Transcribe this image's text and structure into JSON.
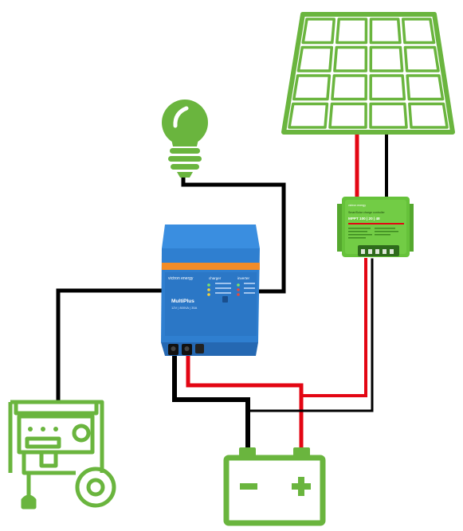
{
  "colors": {
    "icon_green": "#6ab53e",
    "wire_black": "#000000",
    "wire_red": "#e30613",
    "inverter_blue": "#2f7fd0",
    "inverter_blue_dark": "#1f5fa8",
    "inverter_stripe": "#f28c28",
    "controller_green": "#66c23a",
    "controller_dark": "#2e6b1c"
  },
  "icons": {
    "bulb": "light-bulb-icon",
    "solar": "solar-panel-icon",
    "generator": "generator-icon",
    "battery": "battery-icon"
  },
  "multiplus": {
    "brand": "victron energy",
    "model": "MultiPlus",
    "spec": "12V | 800VA | 35A",
    "section_charger": "charger",
    "section_inverter": "inverter"
  },
  "mppt": {
    "brand": "victron energy",
    "product": "SmartSolar charge controller",
    "model": "MPPT 100 | 20 | 48"
  },
  "battery": {
    "minus": "−",
    "plus": "+"
  }
}
